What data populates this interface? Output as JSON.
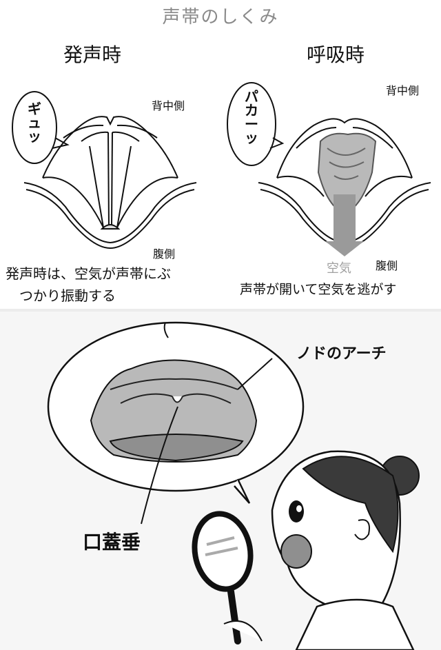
{
  "title": "声帯のしくみ",
  "left": {
    "heading": "発声時",
    "bubble": "ギュッ",
    "back_label": "背中側",
    "belly_label": "腹側",
    "caption_line1": "発声時は、空気が声帯にぶ",
    "caption_line2": "つかり振動する"
  },
  "right": {
    "heading": "呼吸時",
    "bubble": "パカーッ",
    "back_label": "背中側",
    "air_label": "空気",
    "belly_label": "腹側",
    "caption": "声帯が開いて空気を逃がす"
  },
  "bottom": {
    "arch_label": "ノドのアーチ",
    "uvula_label": "口蓋垂"
  },
  "colors": {
    "arrow": "#9a9a9a",
    "throat_fill": "#b9b9b9",
    "tongue_fill": "#8f8f8f",
    "hair": "#3a3a3a"
  }
}
